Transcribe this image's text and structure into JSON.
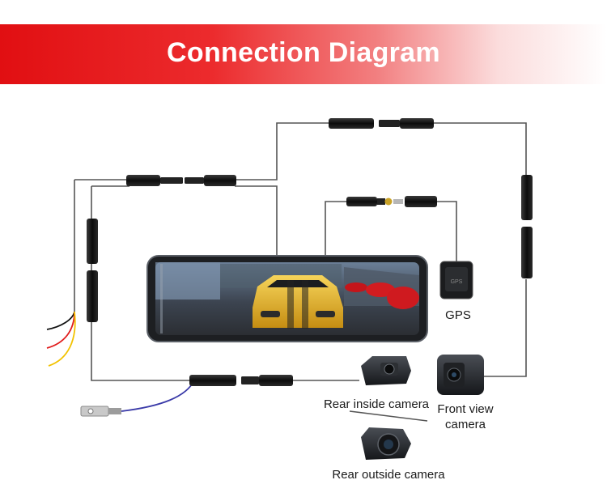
{
  "header": {
    "title": "Connection Diagram"
  },
  "labels": {
    "gps": "GPS",
    "rear_inside_camera": "Rear inside camera",
    "front_view_camera": "Front view camera",
    "rear_outside_camera": "Rear outside camera"
  },
  "colors": {
    "banner_red": "#e10f12",
    "cable": "#555555",
    "connector": "#111111",
    "wire_black": "#111111",
    "wire_red": "#e01b1b",
    "wire_yellow": "#f2c200",
    "wire_blue": "#3a3aa8"
  }
}
